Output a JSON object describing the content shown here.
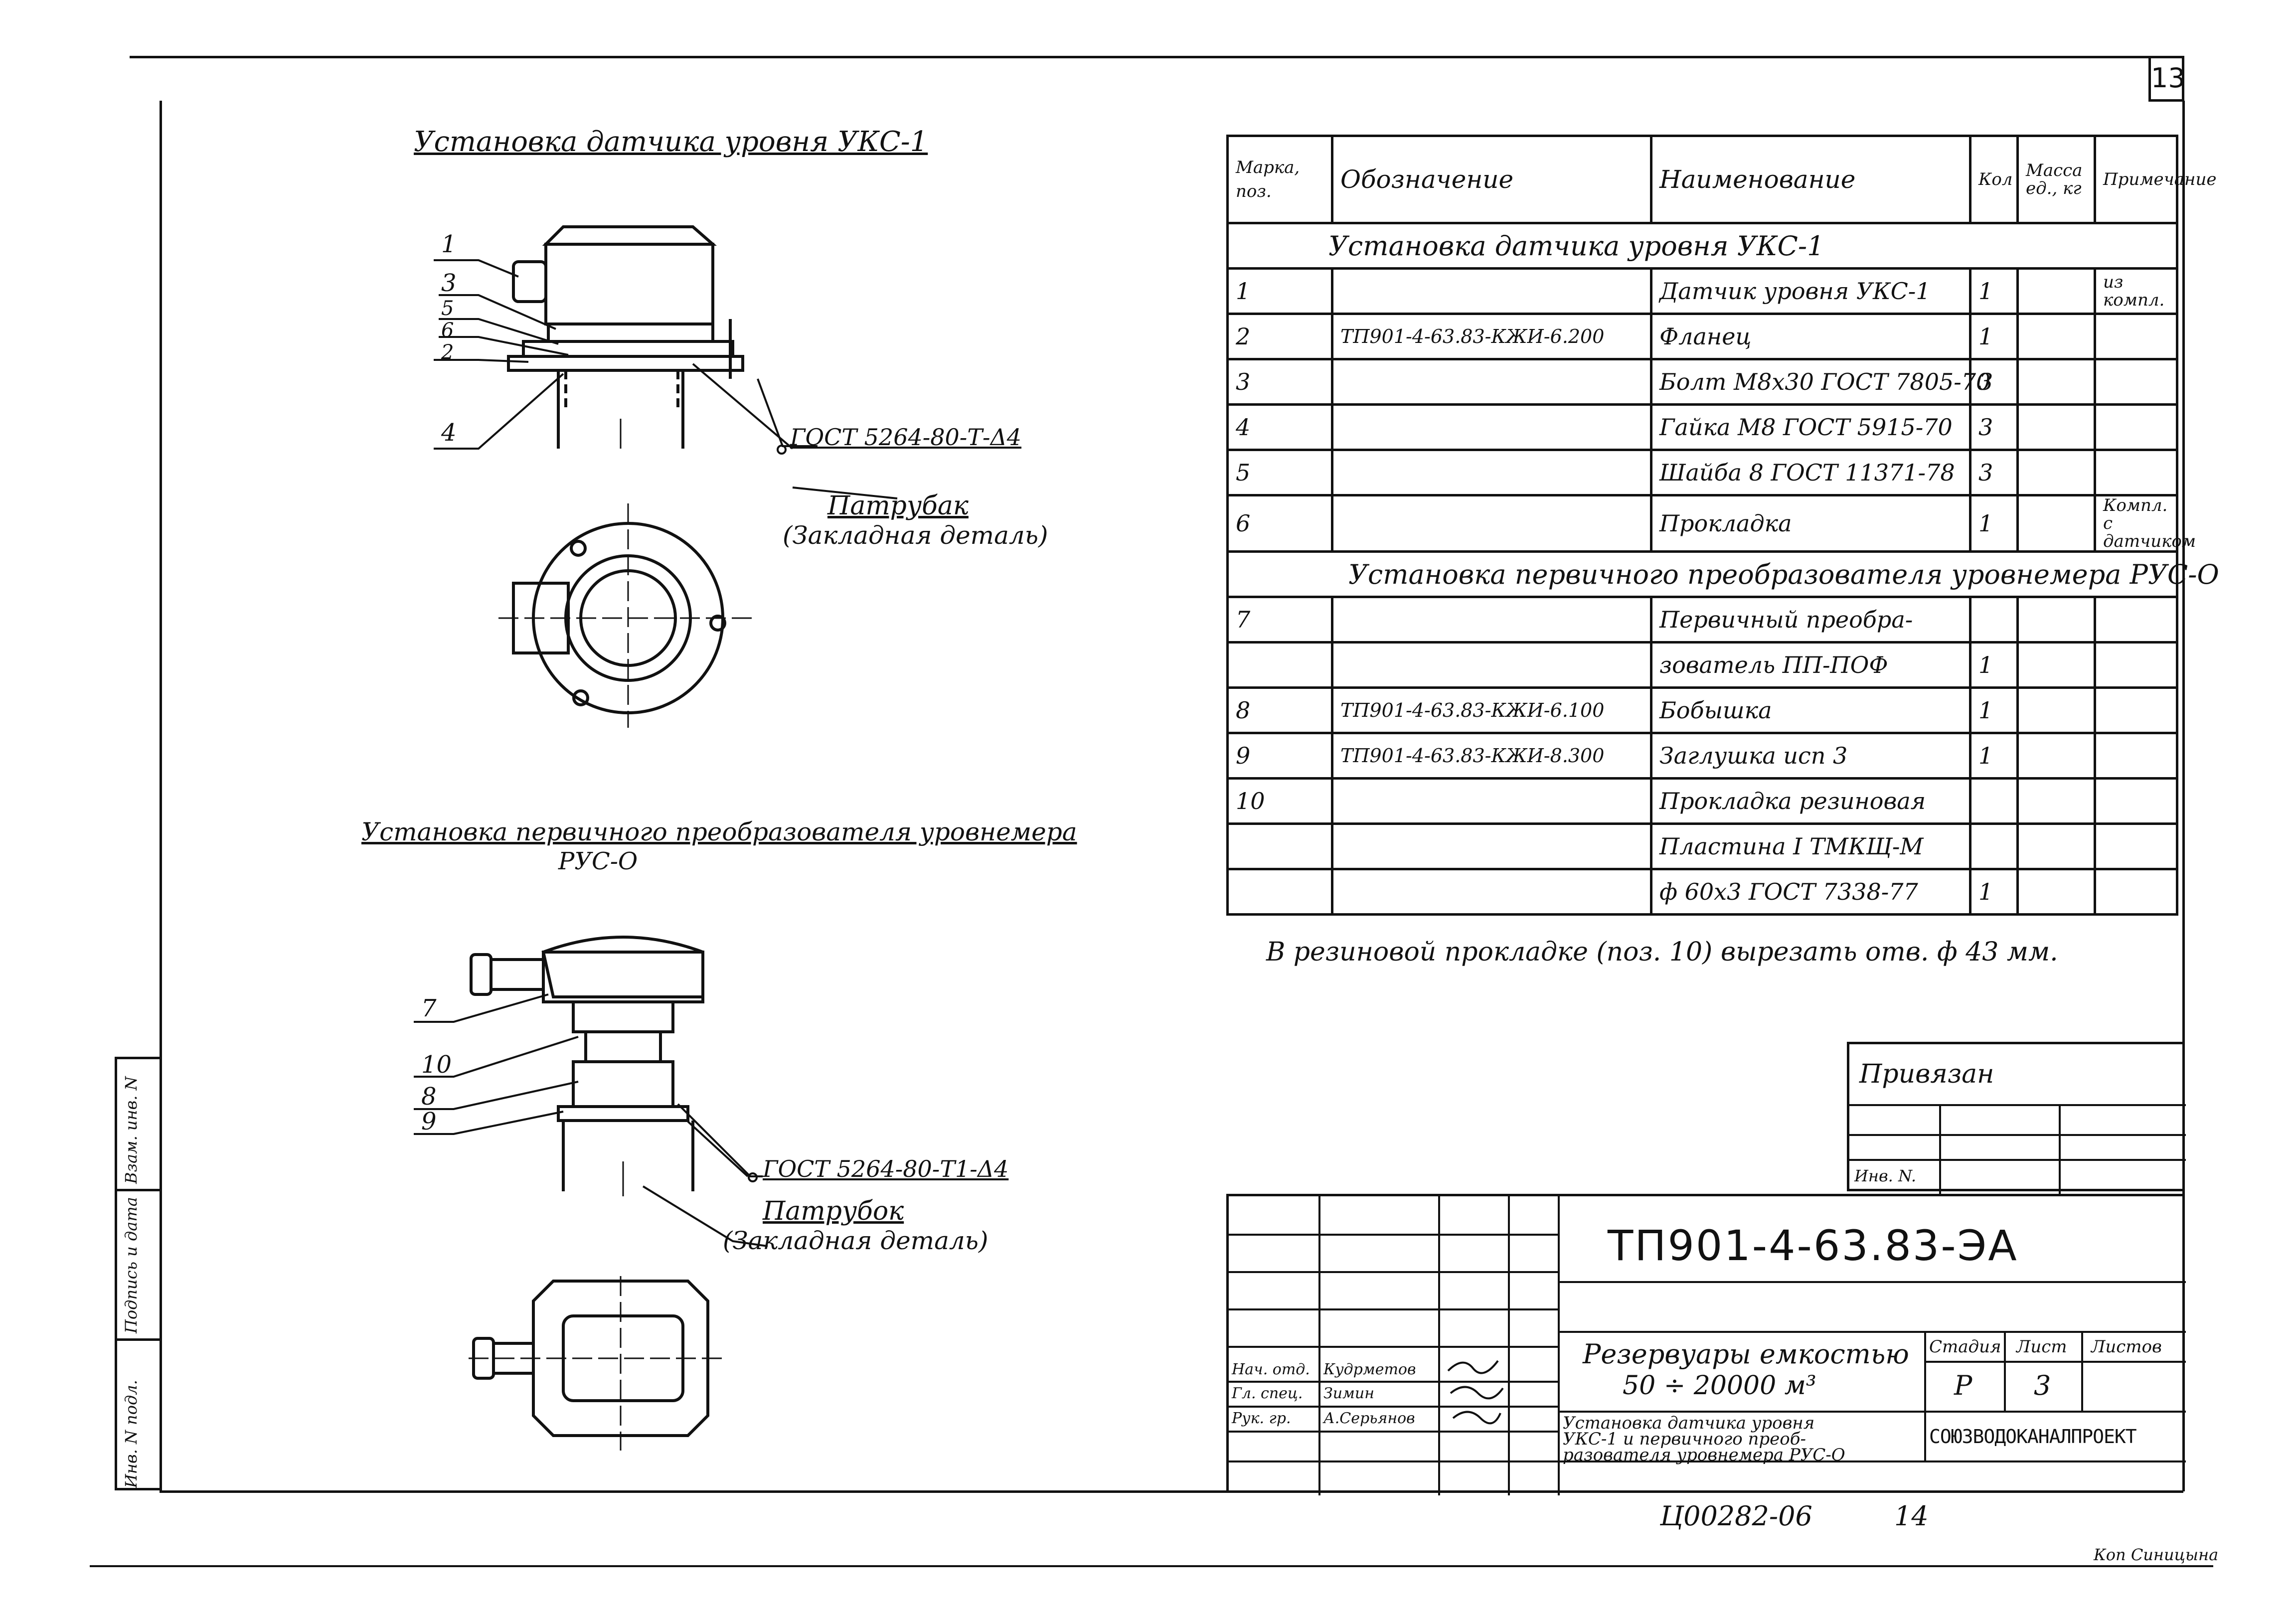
{
  "sheet": {
    "page_number": "13",
    "drawing_code": "ТП901-4-63.83-ЭА",
    "archive_no": "Ц00282-06",
    "archive_page": "14",
    "copied_by": "Коп Синицына",
    "org": "СОЮЗВОДОКАНАЛПРОЕКТ"
  },
  "views": {
    "top_title": "Установка датчика уровня УКС-1",
    "bottom_title_line1": "Установка первичного преобразователя уровнемера",
    "bottom_title_line2": "РУС-О",
    "gost_top": "ГОСТ 5264-80-Т-Δ4",
    "gost_bottom": "ГОСТ 5264-80-Т1-Δ4",
    "nozzle_top": "Патрубак",
    "nozzle_bottom": "Патрубок",
    "embedded_part": "(Закладная деталь)",
    "callouts_top": [
      "1",
      "3",
      "5",
      "6",
      "2",
      "4"
    ],
    "callouts_bottom": [
      "7",
      "10",
      "8",
      "9"
    ]
  },
  "spec": {
    "headers": [
      "Марка, поз.",
      "Обозначение",
      "Наименование",
      "Кол",
      "Масса ед., кг",
      "Примечание"
    ],
    "section1": "Установка датчика уровня УКС-1",
    "section2": "Установка первичного преобразователя уровнемера РУС-О",
    "rows1": [
      {
        "pos": "1",
        "code": "",
        "name": "Датчик уровня УКС-1",
        "qty": "1",
        "mass": "",
        "note": "из компл."
      },
      {
        "pos": "2",
        "code": "ТП901-4-63.83-КЖИ-6.200",
        "name": "Фланец",
        "qty": "1",
        "mass": "",
        "note": ""
      },
      {
        "pos": "3",
        "code": "",
        "name": "Болт М8х30 ГОСТ 7805-70",
        "qty": "3",
        "mass": "",
        "note": ""
      },
      {
        "pos": "4",
        "code": "",
        "name": "Гайка М8 ГОСТ 5915-70",
        "qty": "3",
        "mass": "",
        "note": ""
      },
      {
        "pos": "5",
        "code": "",
        "name": "Шайба 8 ГОСТ 11371-78",
        "qty": "3",
        "mass": "",
        "note": ""
      },
      {
        "pos": "6",
        "code": "",
        "name": "Прокладка",
        "qty": "1",
        "mass": "",
        "note": "Компл. с датчиком"
      }
    ],
    "rows2": [
      {
        "pos": "7",
        "code": "",
        "name": "Первичный преобра-",
        "qty": "",
        "mass": "",
        "note": ""
      },
      {
        "pos": "",
        "code": "",
        "name": "зователь ПП-ПОФ",
        "qty": "1",
        "mass": "",
        "note": ""
      },
      {
        "pos": "8",
        "code": "ТП901-4-63.83-КЖИ-6.100",
        "name": "Бобышка",
        "qty": "1",
        "mass": "",
        "note": ""
      },
      {
        "pos": "9",
        "code": "ТП901-4-63.83-КЖИ-8.300",
        "name": "Заглушка исп 3",
        "qty": "1",
        "mass": "",
        "note": ""
      },
      {
        "pos": "10",
        "code": "",
        "name": "Прокладка резиновая",
        "qty": "",
        "mass": "",
        "note": ""
      },
      {
        "pos": "",
        "code": "",
        "name": "Пластина I ТМКЩ-М",
        "qty": "",
        "mass": "",
        "note": ""
      },
      {
        "pos": "",
        "code": "",
        "name": "ф 60х3 ГОСТ 7338-77",
        "qty": "1",
        "mass": "",
        "note": ""
      }
    ]
  },
  "note": "В резиновой прокладке (поз. 10) вырезать отв. ф 43 мм.",
  "bound": {
    "title": "Привязан",
    "inv_label": "Инв. N."
  },
  "title_block": {
    "object_line1": "Резервуары емкостью",
    "object_line2": "50 ÷ 20000 м³",
    "sheet_title_line1": "Установка датчика уровня",
    "sheet_title_line2": "УКС-1 и первичного преоб-",
    "sheet_title_line3": "разователя уровнемера РУС-О",
    "stage_label": "Стадия",
    "sheet_label": "Лист",
    "sheets_label": "Листов",
    "stage": "Р",
    "sheet": "3",
    "sheets": "",
    "people": [
      {
        "role": "Нач. отд.",
        "name": "Кудрметов"
      },
      {
        "role": "Гл. спец.",
        "name": "Зимин"
      },
      {
        "role": "Рук. гр.",
        "name": "А.Серьянов"
      }
    ]
  },
  "side_stamp": [
    "Инв. N подл.",
    "Подпись и дата",
    "Взам. инв. N"
  ]
}
